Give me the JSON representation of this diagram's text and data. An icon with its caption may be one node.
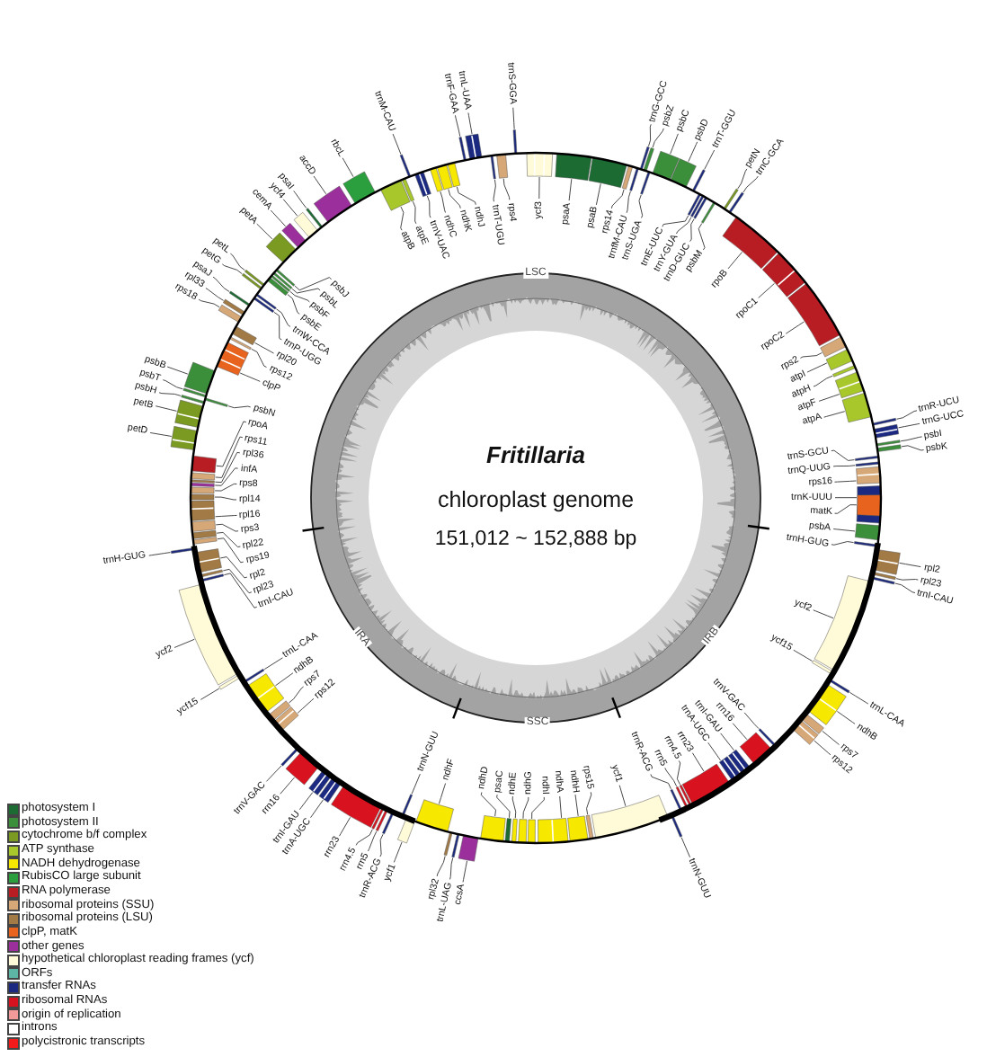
{
  "diagram": {
    "labels": [
      "Fritillaria",
      "chloroplast genome",
      "151,012 ~ 152,888 bp",
      "petD",
      "petB",
      "psbH",
      "psbT",
      "psbB",
      "rps18",
      "rpl33",
      "psaJ",
      "petG",
      "petL",
      "psbN",
      "rps8",
      "infA",
      "rpl36",
      "rps11",
      "rpoA",
      "clpP",
      "petA",
      "cemA",
      "rps12",
      "rpl20",
      "ycf4",
      "psaI",
      "psbF",
      "psbE",
      "trnP-UGG",
      "trnW-CCA",
      "accD",
      "psbL",
      "psbJ",
      "rbcL",
      "trnM-CAU",
      "atpB",
      "atpE",
      "trnV-UAC",
      "ndhC",
      "trnF-GAA",
      "ndhK",
      "trnL-UAA",
      "ndhJ",
      "trnT-UGU",
      "rps4",
      "trnS-GGA",
      "ycf3",
      "LSC",
      "psaA",
      "psaB",
      "rps14",
      "trnfM-CAU",
      "trnS-UGA",
      "trnG-GCC",
      "trnE-UUC",
      "psbZ",
      "trnY-GUA",
      "psbC",
      "trnD-GUC",
      "psbD",
      "psbM",
      "trnT-GGU",
      "rpoB",
      "petN",
      "trnC-GCA",
      "rpoC1",
      "rpoC2",
      "rps2",
      "atpI",
      "atpH",
      "atpF",
      "atpA",
      "trnS-GCU",
      "trnQ-UUG",
      "rps16",
      "trnK-UUU",
      "psbI",
      "trnR-UCU",
      "trnG-UCC",
      "psbK",
      "trnH-GUG",
      "ycf2",
      "ycf15",
      "rpl16",
      "rpl14",
      "rps3",
      "rpl22",
      "rps19",
      "rpl2",
      "trnV-GAC",
      "rpl23",
      "trnI-CAU",
      "trnL-CAA",
      "rrn16",
      "ndhB",
      "trnI-GAU",
      "trnA-UGC",
      "rps12",
      "rps7",
      "rrn23",
      "rrn4.5",
      "IRA",
      "trnR-ACG",
      "rrn5",
      "ycf1",
      "trnN-GUU",
      "rpl32",
      "ndhF",
      "trnL-UAG",
      "ccsA",
      "ndhD",
      "psaC",
      "ndhE",
      "ndhG",
      "SSC",
      "ndhI",
      "ndhA",
      "ndhH",
      "rps15",
      "ycf1",
      "trnR-ACG",
      "rrn5",
      "rrn4.5",
      "trnN-GUU",
      "rrn23",
      "trnA-UGC",
      "trnI-GAU",
      "rrn16",
      "IRB",
      "trnV-GAC",
      "ycf15",
      "trnH-GUG",
      "ycf2",
      "rps12",
      "rps7",
      "psbA",
      "matK",
      "ndhB",
      "trnL-CAA",
      "rpl2",
      "rpl23",
      "trnI-CAU"
    ],
    "legend": [
      {
        "text": "photosystem I",
        "color": "#1b6b33"
      },
      {
        "text": "photosystem II",
        "color": "#3b8f3b"
      },
      {
        "text": "cytochrome b/f complex",
        "color": "#7b9a22"
      },
      {
        "text": "ATP synthase",
        "color": "#a8c72b"
      },
      {
        "text": "NADH dehydrogenase",
        "color": "#f7e800"
      },
      {
        "text": "RubisCO large subunit",
        "color": "#2b9e3e"
      },
      {
        "text": "RNA polymerase",
        "color": "#b81d24"
      },
      {
        "text": "ribosomal proteins (SSU)",
        "color": "#d7a877"
      },
      {
        "text": "ribosomal proteins (LSU)",
        "color": "#a27a45"
      },
      {
        "text": "clpP, matK",
        "color": "#e8641e"
      },
      {
        "text": "other genes",
        "color": "#9b2f9b"
      },
      {
        "text": "hypothetical chloroplast reading frames (ycf)",
        "color": "#fffad8"
      },
      {
        "text": "ORFs",
        "color": "#5db5a5"
      },
      {
        "text": "transfer RNAs",
        "color": "#1b2a80"
      },
      {
        "text": "ribosomal RNAs",
        "color": "#d8121e"
      },
      {
        "text": "origin of replication",
        "color": "#f29a9a"
      },
      {
        "text": "introns",
        "color": "#ffffff"
      },
      {
        "text": "polycistronic transcripts",
        "color": "#f21a1a"
      }
    ]
  }
}
